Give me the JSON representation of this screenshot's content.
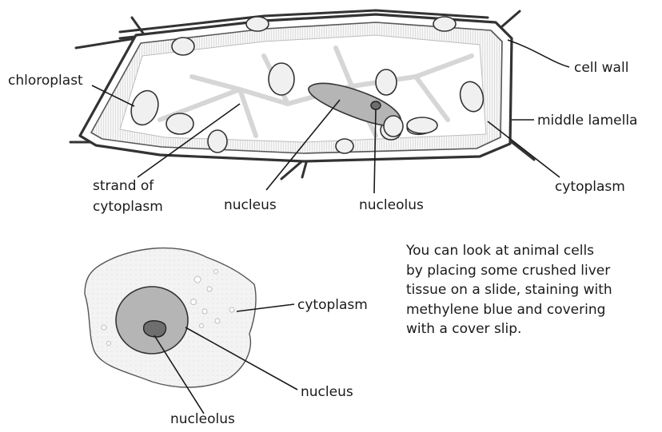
{
  "plant_cell": {
    "labels": {
      "chloroplast": "chloroplast",
      "cell_wall": "cell wall",
      "middle_lamella": "middle lamella",
      "cytoplasm": "cytoplasm",
      "strand_line1": "strand of",
      "strand_line2": "cytoplasm",
      "nucleus": "nucleus",
      "nucleolus": "nucleolus"
    }
  },
  "animal_cell": {
    "labels": {
      "cytoplasm": "cytoplasm",
      "nucleus": "nucleus",
      "nucleolus": "nucleolus"
    }
  },
  "note": {
    "lines": [
      "You can look at animal cells",
      "by placing some crushed liver",
      "tissue on a slide, staining with",
      "methylene blue and covering",
      "with a cover slip."
    ]
  },
  "colors": {
    "outline": "#333333",
    "cytoplasm_fill": "#f2f2f2",
    "nucleus_fill": "#b5b5b5",
    "nucleolus_fill": "#6e6e6e",
    "chloroplast_fill": "#f0f0f0"
  }
}
